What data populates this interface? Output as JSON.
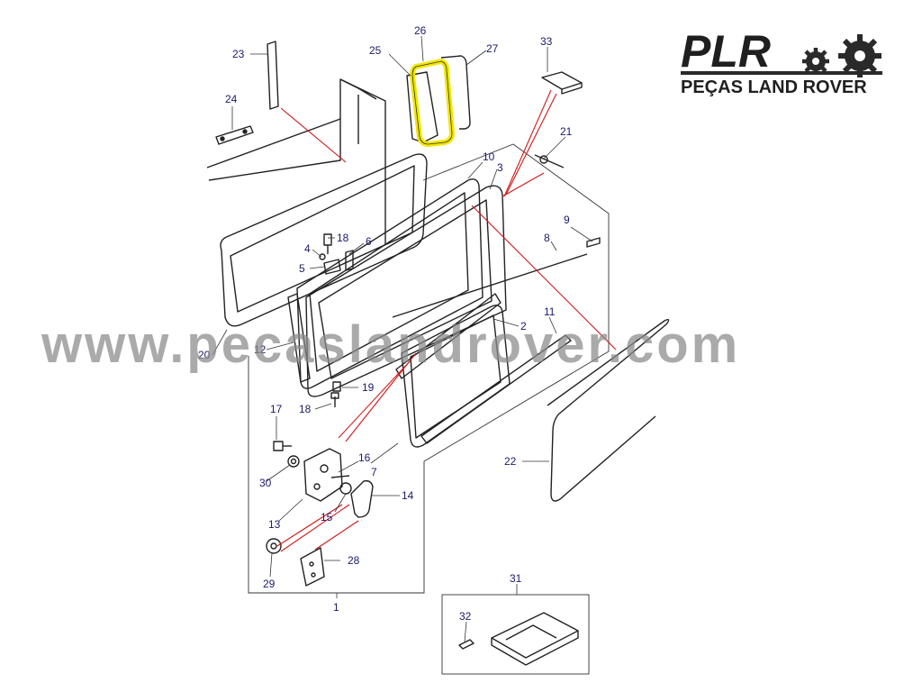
{
  "logo": {
    "brand": "PLR",
    "subtitle": "PEÇAS LAND ROVER"
  },
  "watermark": "www.pecaslandrover.com",
  "highlight_color": "#f2e600",
  "callout_color": "#1a1a6e",
  "leader_red_color": "#d01818",
  "callouts": [
    "1",
    "2",
    "3",
    "4",
    "5",
    "6",
    "7",
    "8",
    "9",
    "10",
    "11",
    "12",
    "13",
    "14",
    "15",
    "16",
    "17",
    "18",
    "18",
    "19",
    "20",
    "21",
    "22",
    "23",
    "24",
    "25",
    "26",
    "27",
    "28",
    "29",
    "30",
    "31",
    "32",
    "33"
  ],
  "highlighted_part": "26"
}
